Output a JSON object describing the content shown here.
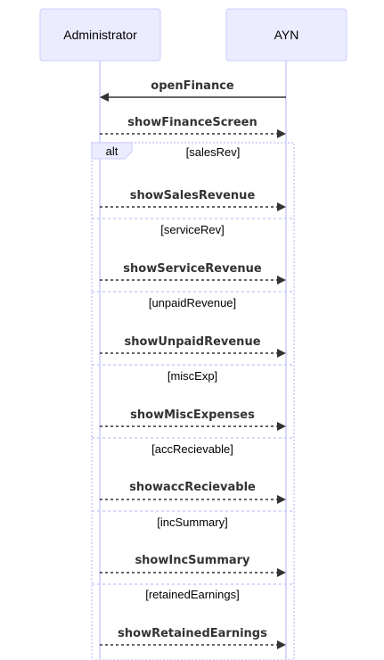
{
  "diagram": {
    "actors": [
      {
        "name": "Administrator"
      },
      {
        "name": "AYN"
      }
    ],
    "messages": [
      {
        "label": "openFinance",
        "from": "AYN",
        "to": "Administrator",
        "style": "solid"
      },
      {
        "label": "showFinanceScreen",
        "from": "Administrator",
        "to": "AYN",
        "style": "dashed"
      }
    ],
    "alt_frame": {
      "label": "alt",
      "sections": [
        {
          "condition": "[salesRev]",
          "message": {
            "label": "showSalesRevenue",
            "from": "Administrator",
            "to": "AYN",
            "style": "dashed"
          }
        },
        {
          "condition": "[serviceRev]",
          "message": {
            "label": "showServiceRevenue",
            "from": "Administrator",
            "to": "AYN",
            "style": "dashed"
          }
        },
        {
          "condition": "[unpaidRevenue]",
          "message": {
            "label": "showUnpaidRevenue",
            "from": "Administrator",
            "to": "AYN",
            "style": "dashed"
          }
        },
        {
          "condition": "[miscExp]",
          "message": {
            "label": "showMiscExpenses",
            "from": "Administrator",
            "to": "AYN",
            "style": "dashed"
          }
        },
        {
          "condition": "[accRecievable]",
          "message": {
            "label": "showaccRecievable",
            "from": "Administrator",
            "to": "AYN",
            "style": "dashed"
          }
        },
        {
          "condition": "[incSummary]",
          "message": {
            "label": "showIncSummary",
            "from": "Administrator",
            "to": "AYN",
            "style": "dashed"
          }
        },
        {
          "condition": "[retainedEarnings]",
          "message": {
            "label": "showRetainedEarnings",
            "from": "Administrator",
            "to": "AYN",
            "style": "dashed"
          }
        }
      ]
    },
    "colors": {
      "actor_fill": "#ececff",
      "actor_border": "#ccccff",
      "line": "#333333",
      "lifeline": "#ccccff"
    }
  }
}
